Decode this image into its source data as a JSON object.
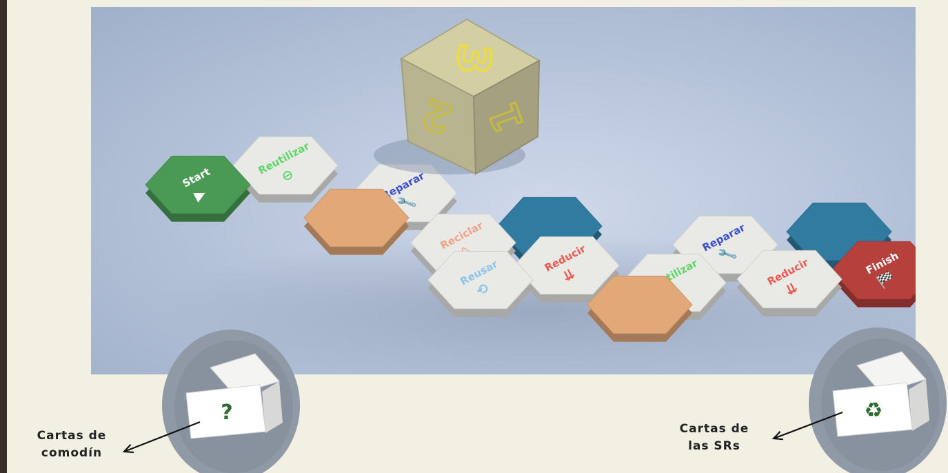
{
  "board": {
    "tiles": [
      {
        "label": "Start",
        "symbol": "▶",
        "color": "#4a9a56",
        "text_color": "#ffffff"
      },
      {
        "label": "Reutilizar",
        "symbol": "⊖",
        "color": "#e9e9e6",
        "text_color": "#5fd56a"
      },
      {
        "label": "",
        "symbol": "",
        "color": "#e3a878",
        "text_color": "#e3a878"
      },
      {
        "label": "Reparar",
        "symbol": "🔧",
        "color": "#e9e9e6",
        "text_color": "#3d4fd0"
      },
      {
        "label": "Reciclar",
        "symbol": "♺",
        "color": "#e9e9e6",
        "text_color": "#f0a487"
      },
      {
        "label": "",
        "symbol": "",
        "color": "#317aa0",
        "text_color": "#317aa0"
      },
      {
        "label": "Reusar",
        "symbol": "⟲",
        "color": "#e9e9e6",
        "text_color": "#8ec5ea"
      },
      {
        "label": "Reducir",
        "symbol": "⇊",
        "color": "#e9e9e6",
        "text_color": "#ec5a52"
      },
      {
        "label": "",
        "symbol": "",
        "color": "#e3a878",
        "text_color": "#e3a878"
      },
      {
        "label": "Reutilizar",
        "symbol": "⊖",
        "color": "#e9e9e6",
        "text_color": "#5fd56a"
      },
      {
        "label": "Reparar",
        "symbol": "🔧",
        "color": "#e9e9e6",
        "text_color": "#3d4fd0"
      },
      {
        "label": "Reducir",
        "symbol": "⇊",
        "color": "#e9e9e6",
        "text_color": "#ec5a52"
      },
      {
        "label": "",
        "symbol": "",
        "color": "#317aa0",
        "text_color": "#317aa0"
      },
      {
        "label": "Finish",
        "symbol": "🏁",
        "color": "#b5403c",
        "text_color": "#ffffff"
      }
    ]
  },
  "die": {
    "top_face": "3",
    "left_face": "2",
    "right_face": "1",
    "color": "#c9c49c",
    "numeral_color": "#e8dc4a"
  },
  "cards": {
    "left": {
      "symbol": "?",
      "caption_line1": "Cartas de",
      "caption_line2": "comodín"
    },
    "right": {
      "symbol": "♻",
      "caption_line1": "Cartas de",
      "caption_line2": "las SRs"
    }
  },
  "colors": {
    "background": "#f2efe3",
    "symbol_green": "#2b6b2f",
    "disc": "#8f9aa6"
  }
}
